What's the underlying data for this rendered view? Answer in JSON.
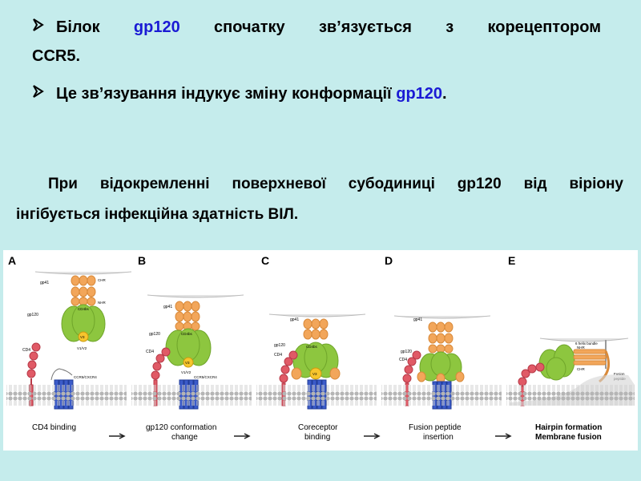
{
  "bullets": [
    {
      "icon": "arrow-bullet-icon",
      "line1_start": "Білок ",
      "line1_hl": "gp120",
      "line1_end": " спочатку зв’язується з корецептором",
      "line2": "CCR5."
    },
    {
      "icon": "arrow-bullet-icon",
      "text_start": "Це зв’язування індукує зміну конформації ",
      "text_hl": "gp120",
      "text_end": "."
    }
  ],
  "paragraph": {
    "line1": "При відокремленні поверхневої субодиниці gp120 від віріону",
    "line2": "інгібується інфекційна здатність ВІЛ."
  },
  "colors": {
    "background": "#c5ecec",
    "highlight": "#1a1ad4",
    "gp41": "#f2a65a",
    "gp120": "#8dc63f",
    "cd4": "#e05a66",
    "coreceptor": "#3b5bc9",
    "membrane": "#b8b8b8"
  },
  "figure": {
    "panels": [
      {
        "letter": "A",
        "caption1": "CD4 binding",
        "caption2": "",
        "labels": {
          "gp41": "gp41",
          "chr": "CHR",
          "nhr": "NHR",
          "gp120": "gp120",
          "cd4bs": "CD4bs",
          "v3": "V3",
          "v1v2": "V1/V2",
          "cd4": "CD4",
          "ccr5": "CCR5/CXCR4"
        }
      },
      {
        "letter": "B",
        "caption1": "gp120 conformation",
        "caption2": "change",
        "labels": {
          "gp41": "gp41",
          "gp120": "gp120",
          "cd4bs": "CD4bs",
          "v3": "V3",
          "v1v2": "V1/V2",
          "cd4": "CD4",
          "ccr5": "CCR5/CXCR4"
        }
      },
      {
        "letter": "C",
        "caption1": "Coreceptor",
        "caption2": "binding",
        "labels": {
          "gp41": "gp41",
          "gp120": "gp120",
          "cd4bs": "CD4bs",
          "v3": "V3",
          "cd4": "CD4"
        }
      },
      {
        "letter": "D",
        "caption1": "Fusion peptide",
        "caption2": "insertion",
        "labels": {
          "gp41": "gp41",
          "gp120": "gp120",
          "cd4": "CD4"
        }
      },
      {
        "letter": "E",
        "caption1": "Hairpin formation",
        "caption2": "Membrane fusion",
        "labels": {
          "six_helix": "6 helix bundle",
          "nhr": "NHR",
          "chr": "CHR",
          "fusion1": "Fusion",
          "fusion2": "peptide"
        }
      }
    ]
  }
}
